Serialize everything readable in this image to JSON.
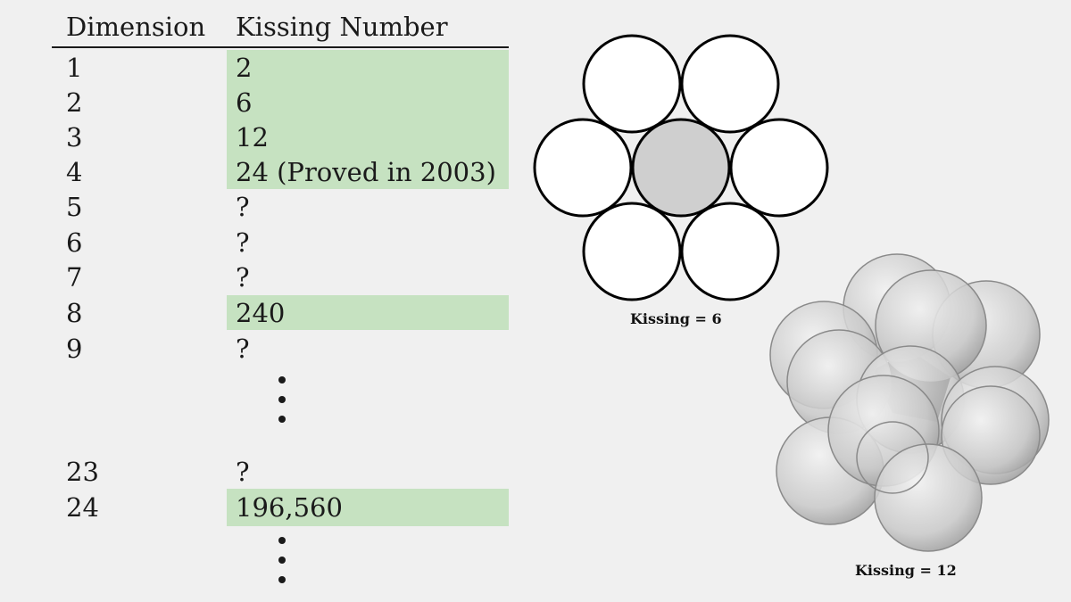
{
  "table": {
    "headers": {
      "dimension": "Dimension",
      "kissing": "Kissing Number"
    },
    "rows": [
      {
        "dimension": "1",
        "kissing": "2",
        "highlight": true
      },
      {
        "dimension": "2",
        "kissing": "6",
        "highlight": true
      },
      {
        "dimension": "3",
        "kissing": "12",
        "highlight": true
      },
      {
        "dimension": "4",
        "kissing": "24 (Proved in 2003)",
        "highlight": true
      },
      {
        "dimension": "5",
        "kissing": "?",
        "highlight": false
      },
      {
        "dimension": "6",
        "kissing": "?",
        "highlight": false
      },
      {
        "dimension": "7",
        "kissing": "?",
        "highlight": false
      },
      {
        "dimension": "8",
        "kissing": "240",
        "highlight": true
      },
      {
        "dimension": "9",
        "kissing": "?",
        "highlight": false
      },
      {
        "dimension": "23",
        "kissing": "?",
        "highlight": false
      },
      {
        "dimension": "24",
        "kissing": "196,560",
        "highlight": true
      }
    ]
  },
  "figures": {
    "circles_caption": "Kissing = 6",
    "spheres_caption": "Kissing = 12"
  },
  "colors": {
    "highlight": "#c6e2c1",
    "center_circle": "#cfcfcf"
  }
}
